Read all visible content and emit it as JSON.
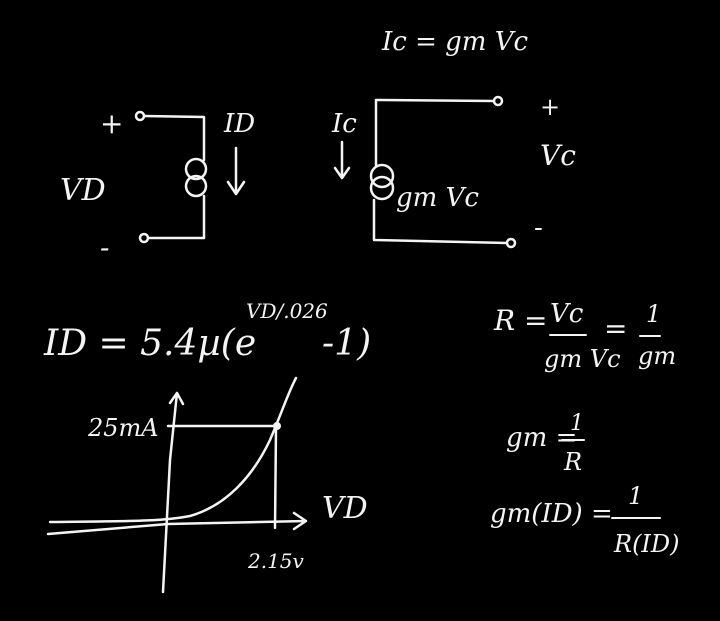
{
  "board": {
    "ink_color": "#f4f4f4",
    "background": "#000000"
  },
  "top_equation": "Ic = gm Vc",
  "diode_circuit": {
    "plus": "+",
    "minus": "-",
    "voltage": "VD",
    "current": "ID"
  },
  "source_circuit": {
    "current": "Ic",
    "source_label": "gm Vc",
    "plus": "+",
    "minus": "-",
    "voltage": "Vc"
  },
  "diode_equation": {
    "lhs": "ID = 5.4µ(e",
    "exponent": "VD/.026",
    "tail": "-1)"
  },
  "resistance": {
    "r_label": "R =",
    "numerator": "Vc",
    "denominator": "gm Vc",
    "equals": "=",
    "result_num": "1",
    "result_den": "gm"
  },
  "gm_eq": {
    "lhs": "gm =",
    "num": "1",
    "den": "R"
  },
  "gm_id_eq": {
    "lhs": "gm(ID) =",
    "num": "1",
    "den": "R(ID)"
  },
  "iv_plot": {
    "y_tick": "25mA",
    "x_tick": "2.15v",
    "x_label": "VD"
  }
}
